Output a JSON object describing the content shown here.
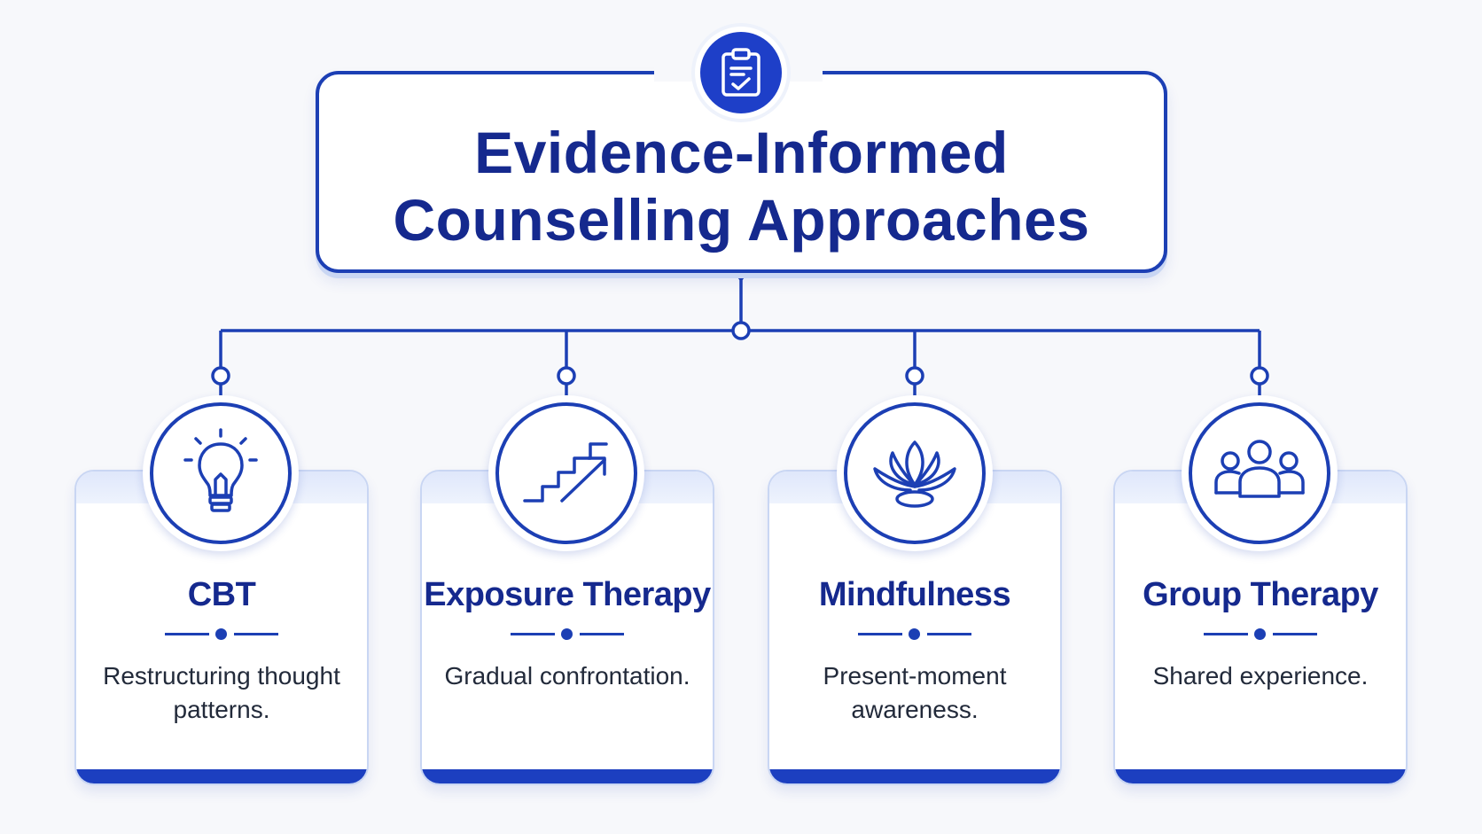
{
  "title": {
    "line1": "Evidence-Informed",
    "line2": "Counselling Approaches",
    "icon": "clipboard-check-icon"
  },
  "colors": {
    "primary": "#1c3fb4",
    "title_text": "#15298e",
    "icon_fill": "#1e3fc8",
    "band": "#dfe7fb",
    "background": "#f7f8fb"
  },
  "approaches": [
    {
      "title": "CBT",
      "description": "Restructuring thought patterns.",
      "icon": "lightbulb-icon"
    },
    {
      "title": "Exposure Therapy",
      "description": "Gradual confrontation.",
      "icon": "stairs-arrow-icon"
    },
    {
      "title": "Mindfulness",
      "description": "Present-moment awareness.",
      "icon": "lotus-icon"
    },
    {
      "title": "Group Therapy",
      "description": "Shared experience.",
      "icon": "group-people-icon"
    }
  ]
}
